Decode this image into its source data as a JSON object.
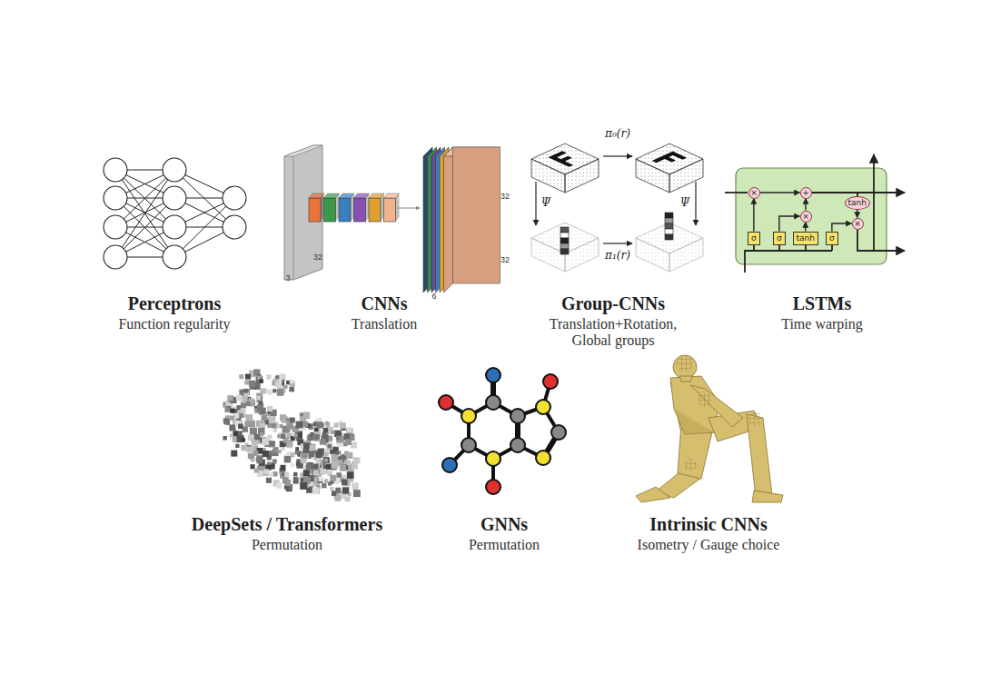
{
  "diagram": {
    "nodes": [
      {
        "text": [
          "σ"
        ]
      },
      {
        "text": [
          "σ"
        ]
      },
      {
        "text": [
          "tanh"
        ]
      },
      {
        "text": [
          "σ"
        ]
      },
      {
        "text": [
          "×"
        ]
      },
      {
        "text": [
          "+"
        ]
      },
      {
        "text": [
          "×"
        ]
      },
      {
        "text": [
          "tanh"
        ]
      },
      {
        "text": [
          "×"
        ]
      }
    ],
    "edges": [
      {
        "from": 0,
        "to": 4,
        "arrow": "to"
      },
      {
        "from": 1,
        "to": 6,
        "arrow": "to"
      },
      {
        "from": 2,
        "to": 6,
        "arrow": "to"
      },
      {
        "from": 6,
        "to": 5,
        "arrow": "to"
      },
      {
        "from": 4,
        "to": 5,
        "arrow": "to"
      },
      {
        "from": 3,
        "to": 8,
        "arrow": "to"
      },
      {
        "from": 7,
        "to": 8,
        "arrow": "to"
      }
    ],
    "labels": [
      "Perceptrons",
      "Function regularity",
      "CNNs",
      "Translation",
      "Group-CNNs",
      "Translation+Rotation, Global groups",
      "LSTMs",
      "Time warping",
      "DeepSets / Transformers",
      "Permutation",
      "GNNs",
      "Permutation",
      "Intrinsic CNNs",
      "Isometry / Gauge choice",
      "32",
      "3",
      "6",
      "32",
      "32",
      "π₀(r)",
      "π₁(r)",
      "Ψ",
      "Ψ"
    ]
  }
}
